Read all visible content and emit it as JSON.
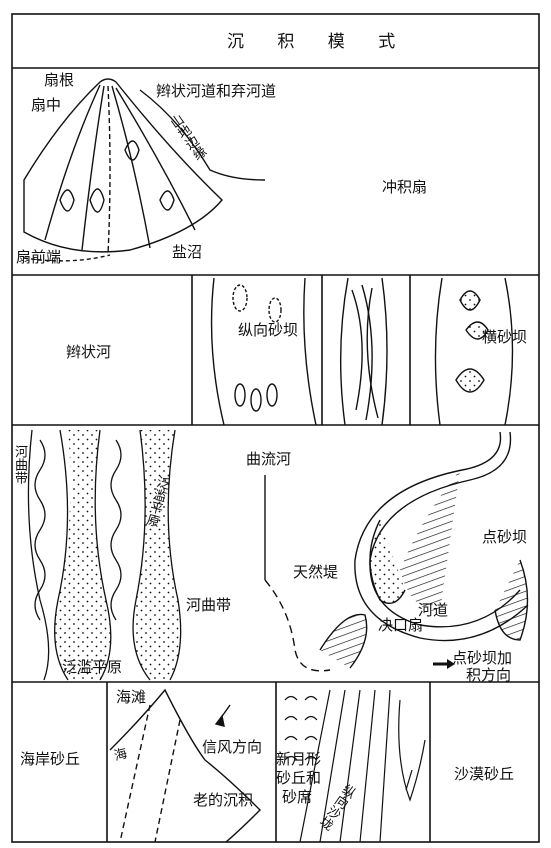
{
  "title": "沉 积 模 式",
  "alluvial_fan": {
    "name": "冲积扇",
    "labels": {
      "fan_root": "扇根",
      "mid_fan": "扇中",
      "channels": "辫状河道和弃河道",
      "mountain_margin": "山地边缘",
      "fan_front": "扇前端",
      "salt_marsh": "盐沼"
    }
  },
  "braided_river": {
    "name": "辫状河",
    "labels": {
      "longitudinal_bar": "纵向砂坝",
      "transverse_bar": "横砂坝"
    }
  },
  "meandering_river": {
    "name": "曲流河",
    "labels": {
      "meander_belt_vert": "河曲带",
      "floodplain_vert": "泛滥平原",
      "meander_belt": "河曲带",
      "floodplain": "泛滥平原",
      "levee": "天然堤",
      "point_bar": "点砂坝",
      "channel": "河道",
      "crevasse_splay": "决口扇",
      "accretion_line1": "点砂坝加",
      "accretion_line2": "积方向"
    }
  },
  "dunes": {
    "coastal": "海岸砂丘",
    "desert": "沙漠砂丘",
    "labels": {
      "beach": "海滩",
      "sea": "海",
      "trade_wind": "信风方向",
      "old_deposits": "老的沉积",
      "barchan1": "新月形",
      "barchan2": "砂丘和",
      "barchan3": "砂席",
      "longitudinal_dune": "纵向沙垅"
    }
  },
  "colors": {
    "ink": "#111111",
    "paper": "#ffffff"
  }
}
